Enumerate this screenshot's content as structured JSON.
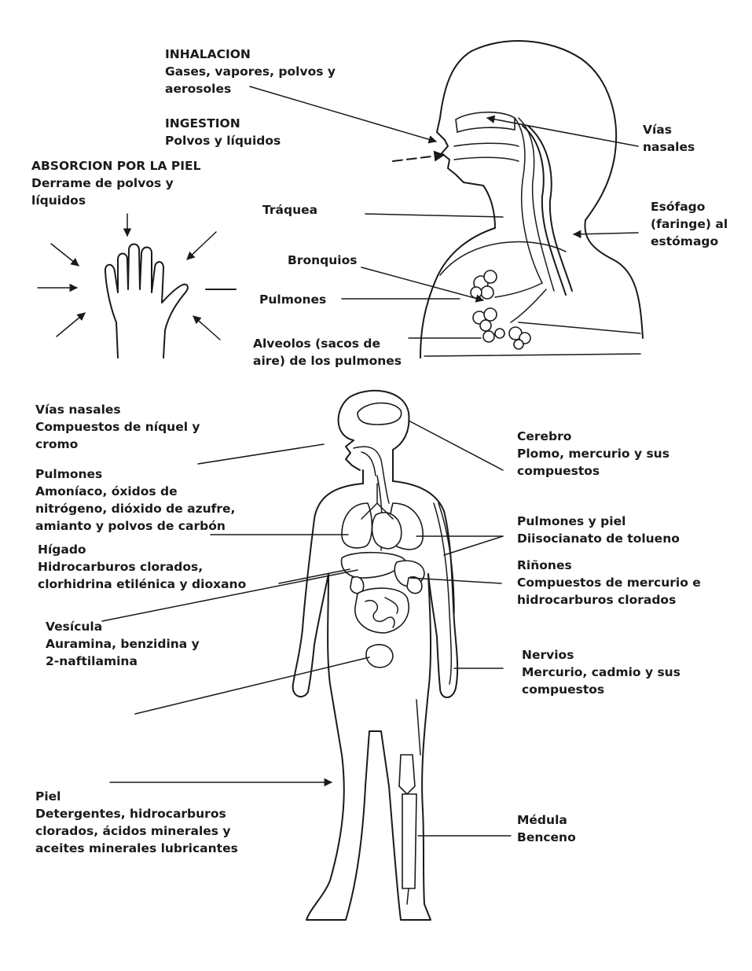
{
  "top": {
    "inhalacion": {
      "title": "INHALACION",
      "lines": [
        "Gases, vapores, polvos y",
        "aerosoles"
      ]
    },
    "ingestion": {
      "title": "INGESTION",
      "lines": [
        "Polvos y líquidos"
      ]
    },
    "absorcion": {
      "title": "ABSORCION POR LA PIEL",
      "lines": [
        "Derrame de polvos y",
        "líquidos"
      ]
    },
    "vias_nasales": [
      "Vías",
      "nasales"
    ],
    "traquea": "Tráquea",
    "esofago": [
      "Esófago",
      "(faringe) al",
      "estómago"
    ],
    "bronquios": "Bronquios",
    "pulmones": "Pulmones",
    "alveolos": [
      "Alveolos (sacos de",
      "aire) de los pulmones"
    ]
  },
  "bottom": {
    "vias_nasales": {
      "title": "Vías nasales",
      "lines": [
        "Compuestos de níquel y",
        "cromo"
      ]
    },
    "pulmones": {
      "title": "Pulmones",
      "lines": [
        "Amoníaco, óxidos de",
        "nitrógeno, dióxido de azufre,",
        "amianto y polvos de carbón"
      ]
    },
    "higado": {
      "title": "Hígado",
      "lines": [
        "Hidrocarburos clorados,",
        "clorhidrina etilénica y dioxano"
      ]
    },
    "vesicula": {
      "title": "Vesícula",
      "lines": [
        "Auramina, benzidina y",
        "2-naftilamina"
      ]
    },
    "piel": {
      "title": "Piel",
      "lines": [
        "Detergentes, hidrocarburos",
        "clorados, ácidos minerales y",
        "aceites minerales lubricantes"
      ]
    },
    "cerebro": {
      "title": "Cerebro",
      "lines": [
        "Plomo, mercurio y sus",
        "compuestos"
      ]
    },
    "pulmones_piel": {
      "title": "Pulmones y piel",
      "lines": [
        "Diisocianato de tolueno"
      ]
    },
    "rinones": {
      "title": "Riñones",
      "lines": [
        "Compuestos de mercurio e",
        "hidrocarburos clorados"
      ]
    },
    "nervios": {
      "title": "Nervios",
      "lines": [
        "Mercurio, cadmio y sus",
        "compuestos"
      ]
    },
    "medula": {
      "title": "Médula",
      "lines": [
        "Benceno"
      ]
    }
  }
}
